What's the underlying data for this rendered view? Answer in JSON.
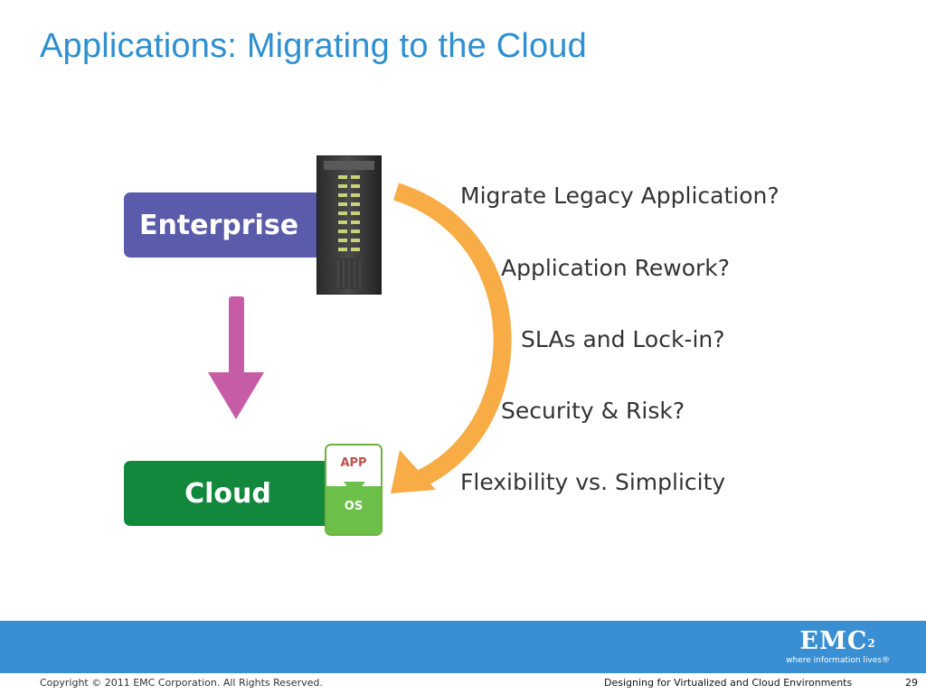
{
  "slide": {
    "title": "Applications:  Migrating to the Cloud"
  },
  "diagram": {
    "enterprise_label": "Enterprise",
    "cloud_label": "Cloud",
    "app_label": "APP",
    "os_label": "OS",
    "questions": [
      "Migrate Legacy Application?",
      "Application Rework?",
      "SLAs and Lock-in?",
      "Security & Risk?",
      "Flexibility vs. Simplicity"
    ]
  },
  "colors": {
    "title": "#2E8FD1",
    "enterprise": "#5A5BAB",
    "cloud": "#12883C",
    "down_arrow": "#C65BA6",
    "curve_arrow": "#F7AC45",
    "band": "#3A8FD2"
  },
  "footer": {
    "copyright": "Copyright © 2011 EMC Corporation. All Rights Reserved.",
    "course": "Designing for Virtualized and Cloud Environments",
    "page_number": "29",
    "logo_text": "EMC",
    "logo_superscript": "2",
    "logo_tagline": "where information lives®"
  }
}
